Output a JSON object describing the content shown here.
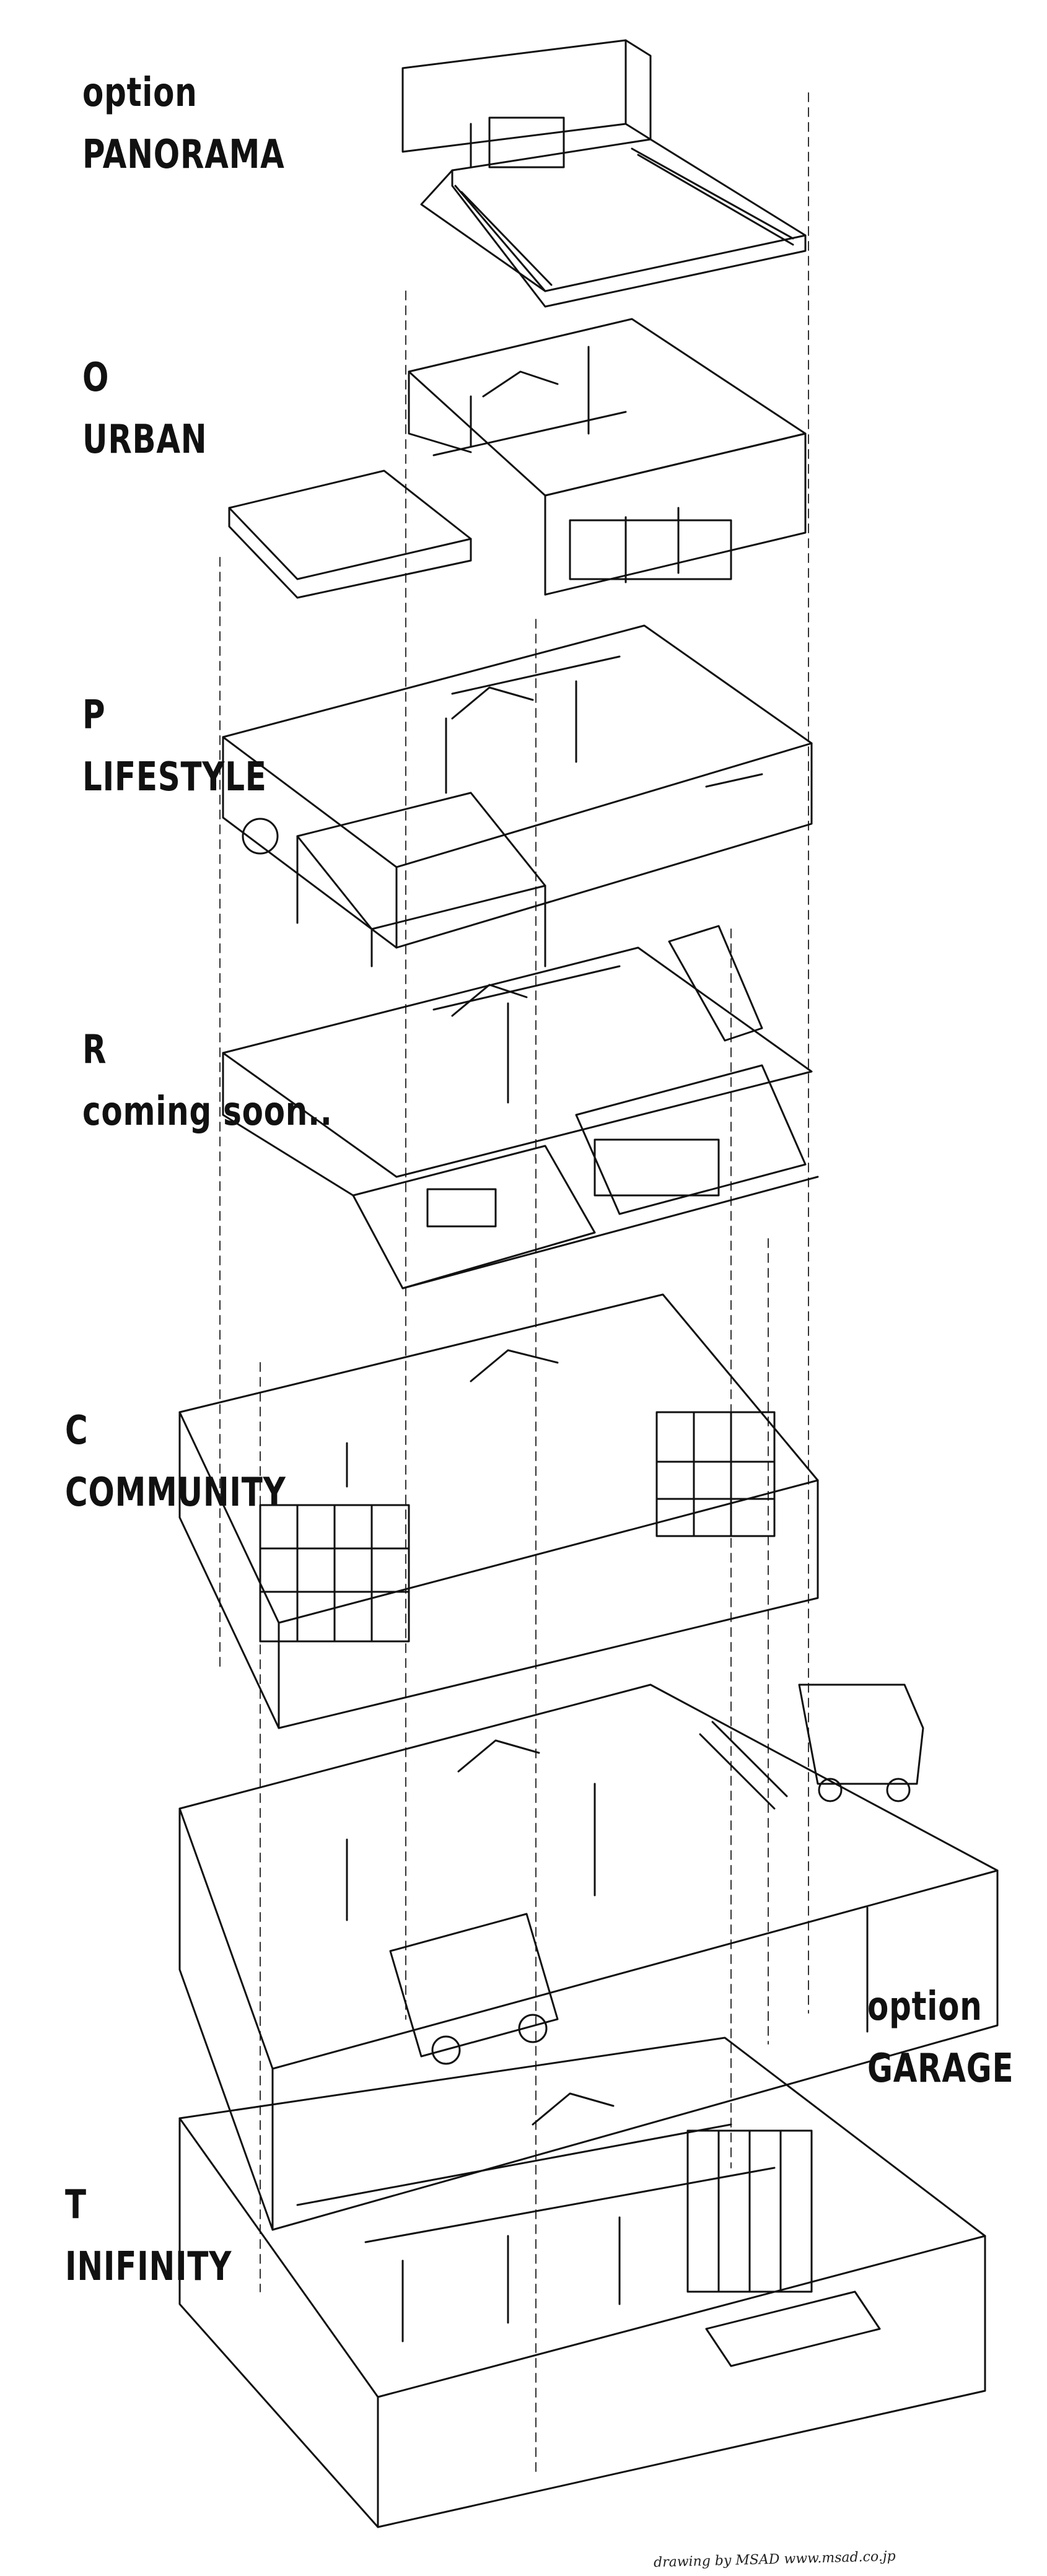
{
  "labels": {
    "panorama": {
      "line1": "option",
      "line2": "PANORAMA"
    },
    "urban": {
      "line1": "O",
      "line2": "URBAN"
    },
    "lifestyle": {
      "line1": "P",
      "line2": "LIFESTYLE"
    },
    "coming": {
      "line1": "R",
      "line2": "coming soon.."
    },
    "community": {
      "line1": "C",
      "line2": "COMMUNITY"
    },
    "garage": {
      "line1": "option",
      "line2": "GARAGE"
    },
    "infinity": {
      "line1": "T",
      "line2": "INIFINITY"
    }
  },
  "credit": "drawing by MSAD www.msad.co.jp",
  "colors": {
    "ink": "#111111",
    "paper": "#ffffff"
  }
}
